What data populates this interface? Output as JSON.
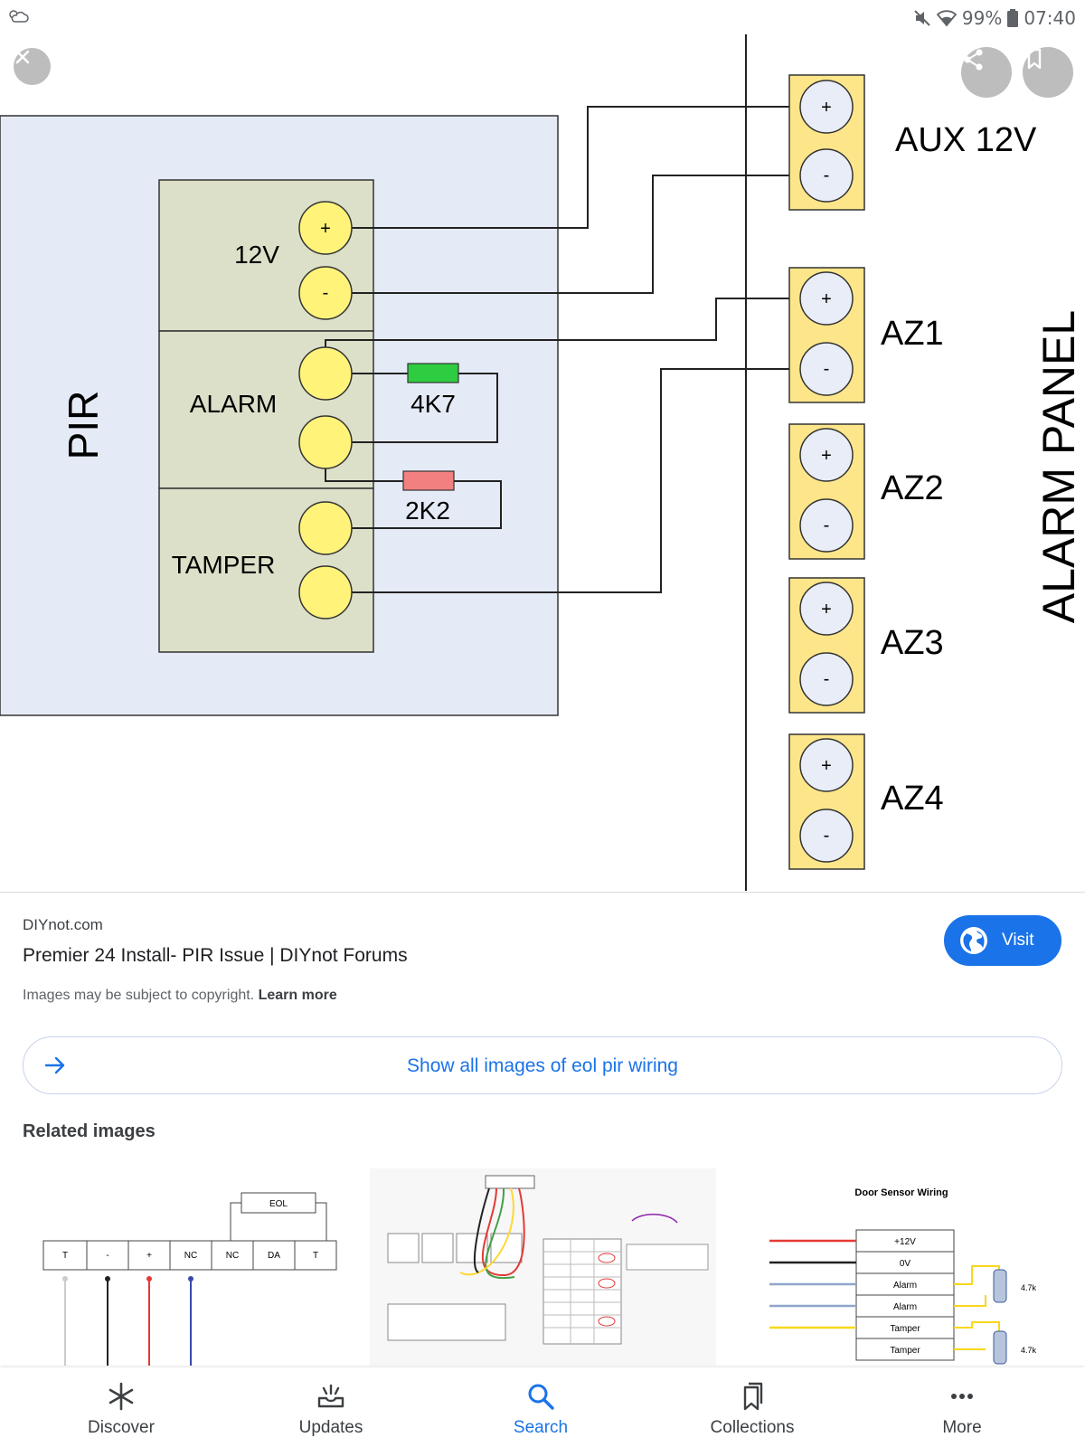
{
  "status_bar": {
    "battery": "99%",
    "time": "07:40"
  },
  "diagram": {
    "pir_label": "PIR",
    "panel_label": "ALARM PANEL",
    "group_12v": "12V",
    "group_alarm": "ALARM",
    "group_tamper": "TAMPER",
    "plus": "+",
    "minus": "-",
    "resistor_1": "4K7",
    "resistor_2": "2K2",
    "aux_label": "AUX 12V",
    "zones": [
      "AZ1",
      "AZ2",
      "AZ3",
      "AZ4"
    ]
  },
  "result": {
    "site": "DIYnot.com",
    "title": "Premier 24 Install- PIR Issue | DIYnot Forums",
    "copyright": "Images may be subject to copyright.",
    "learn_more": "Learn more",
    "visit": "Visit",
    "show_all": "Show all images of eol pir wiring",
    "related_heading": "Related images"
  },
  "thumbnails": {
    "t1": {
      "eol": "EOL",
      "terminals": [
        "T",
        "-",
        "+",
        "NC",
        "NC",
        "DA",
        "T"
      ]
    },
    "t3": {
      "title": "Door Sensor Wiring",
      "rows": [
        "+12V",
        "0V",
        "Alarm",
        "Alarm",
        "Tamper",
        "Tamper"
      ],
      "resistor": "4.7k"
    }
  },
  "nav": [
    "Discover",
    "Updates",
    "Search",
    "Collections",
    "More"
  ],
  "colors": {
    "accent": "#1a73e8",
    "resistor_green": "#2ecc40",
    "resistor_red": "#f28080",
    "terminal_yellow": "#fff37a",
    "block_blue": "#e5ebf6"
  }
}
